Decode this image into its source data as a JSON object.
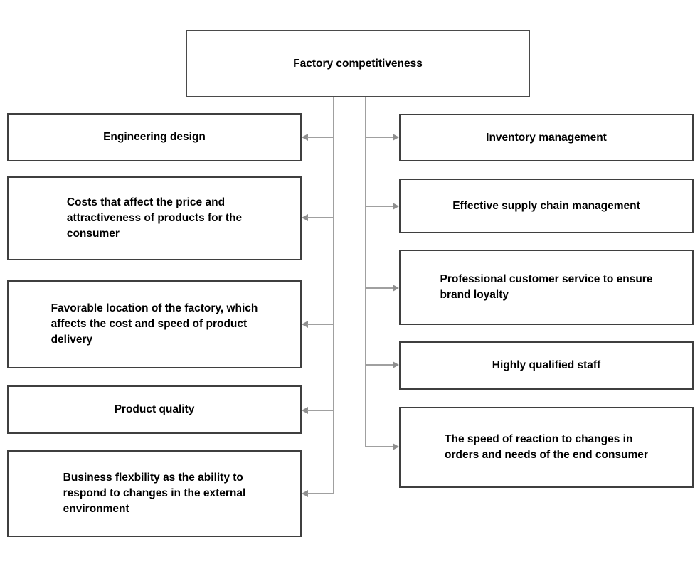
{
  "diagram": {
    "root": {
      "label": "Factory competitiveness"
    },
    "left_branches": [
      {
        "label": "Engineering design"
      },
      {
        "label": "Costs that affect the price and\nattractiveness of products for the\nconsumer"
      },
      {
        "label": "Favorable location of the factory, which\naffects the cost and speed of product\ndelivery"
      },
      {
        "label": "Product quality"
      },
      {
        "label": "Business flexbility as the ability to\nrespond to changes in the external\nenvironment"
      }
    ],
    "right_branches": [
      {
        "label": "Inventory management"
      },
      {
        "label": "Effective supply chain management"
      },
      {
        "label": "Professional customer service to ensure\nbrand loyalty"
      },
      {
        "label": "Highly qualified staff"
      },
      {
        "label": "The speed of reaction to changes in\norders and needs of the end consumer"
      }
    ]
  },
  "colors": {
    "background": "#ffffff",
    "box_border": "#3f3f3f",
    "connector": "#a0a0a0",
    "arrowhead": "#8f8f8f",
    "text": "#000000"
  }
}
